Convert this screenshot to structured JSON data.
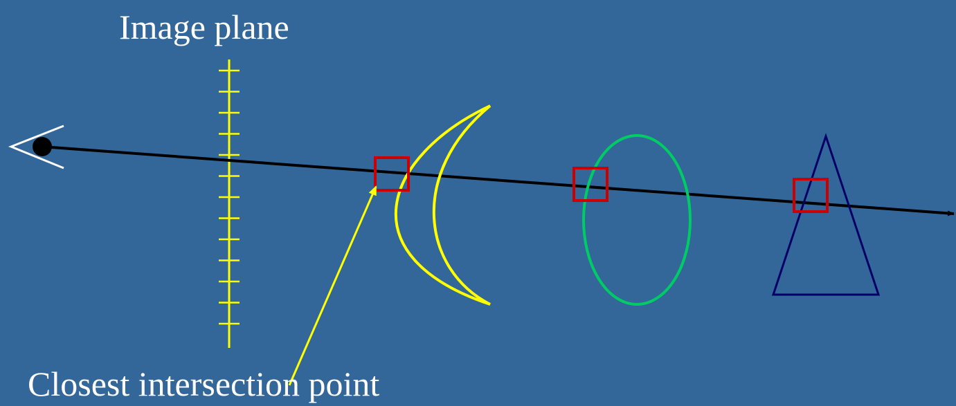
{
  "labels": {
    "image_plane": "Image plane",
    "closest_point": "Closest intersection point"
  },
  "colors": {
    "background": "#336699",
    "image_plane": "#ffff00",
    "ray": "#000000",
    "eye": "#ffffff",
    "moon": "#ffff00",
    "ellipse": "#00cc66",
    "triangle": "#000066",
    "intersection_marker": "#cc0000",
    "pointer_arrow": "#ffff00",
    "text": "#ffffff"
  },
  "scene": {
    "objects": [
      "crescent",
      "ellipse",
      "triangle"
    ],
    "intersection_count": 3,
    "closest_intersection": "crescent"
  }
}
